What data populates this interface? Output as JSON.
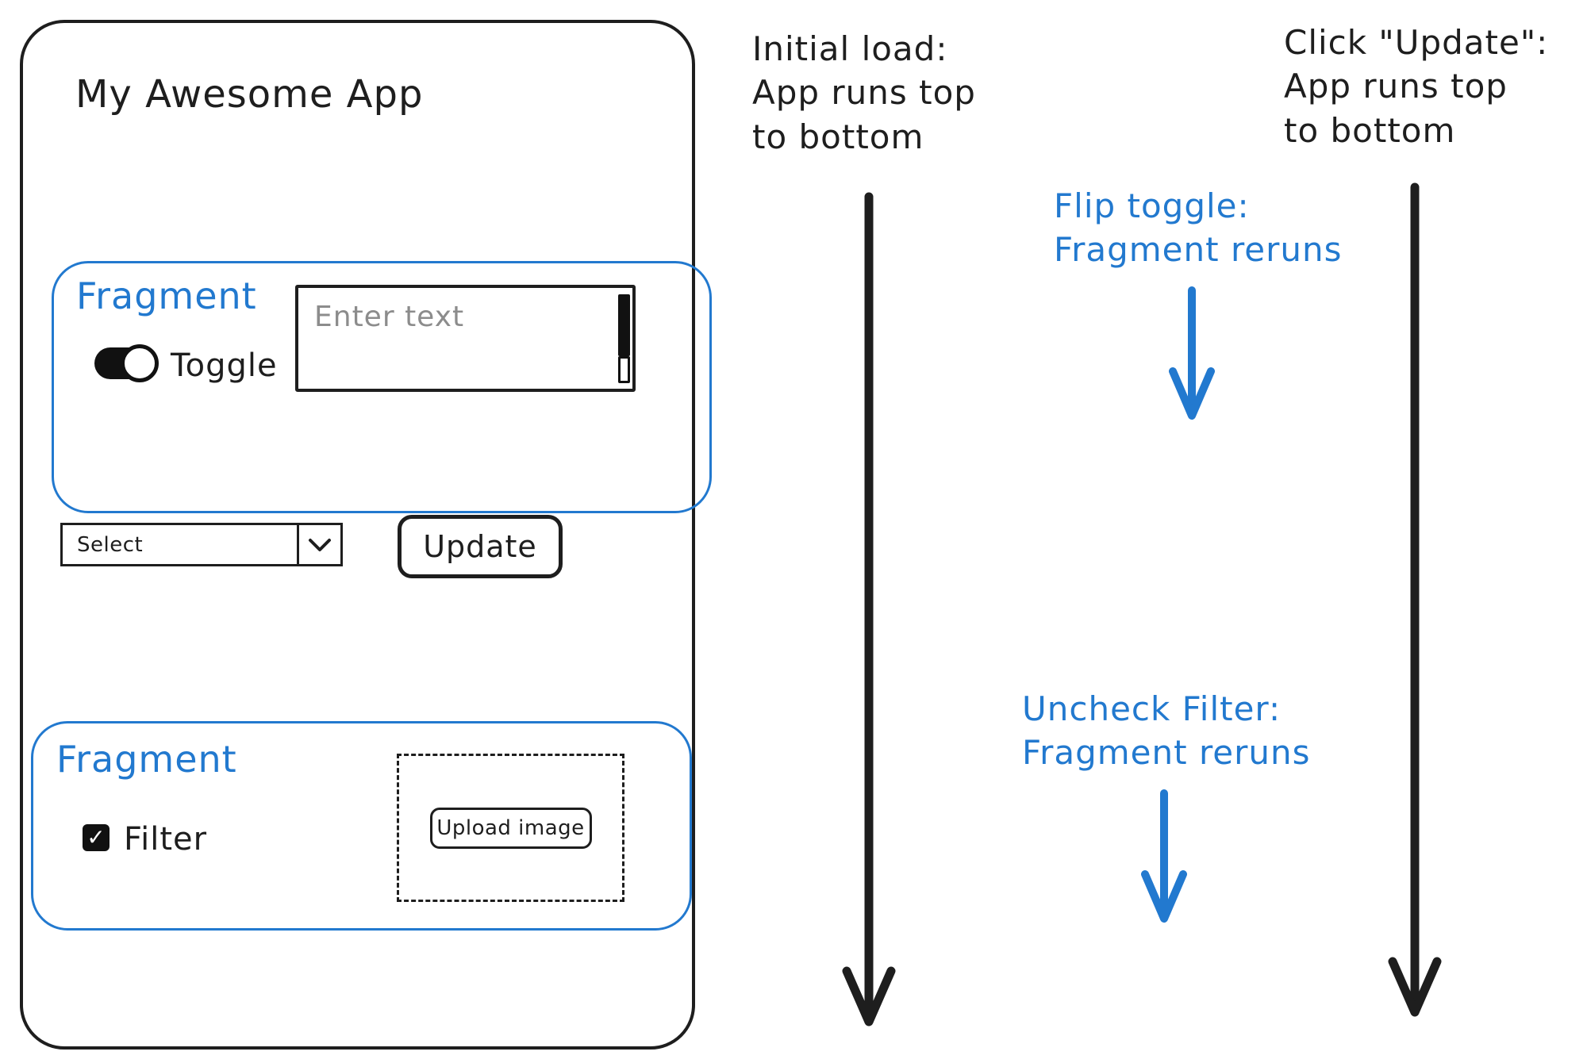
{
  "colors": {
    "ink": "#1e1e1e",
    "blue": "#2279cf",
    "placeholder_gray": "#8c8c8c"
  },
  "app": {
    "title": "My Awesome App",
    "fragment1": {
      "label": "Fragment",
      "toggle_label": "Toggle",
      "toggle_state": "on",
      "input_placeholder": "Enter text"
    },
    "controls": {
      "select_value": "Select",
      "update_label": "Update"
    },
    "fragment2": {
      "label": "Fragment",
      "filter_label": "Filter",
      "filter_checked": "checked",
      "upload_label": "Upload image"
    }
  },
  "icons": {
    "check": "✓"
  },
  "annotations": {
    "initial_load": "Initial load:\nApp runs top\nto bottom",
    "click_update": "Click \"Update\":\nApp runs top\nto bottom",
    "flip_toggle": "Flip toggle:\nFragment reruns",
    "uncheck_filter": "Uncheck Filter:\nFragment reruns"
  }
}
